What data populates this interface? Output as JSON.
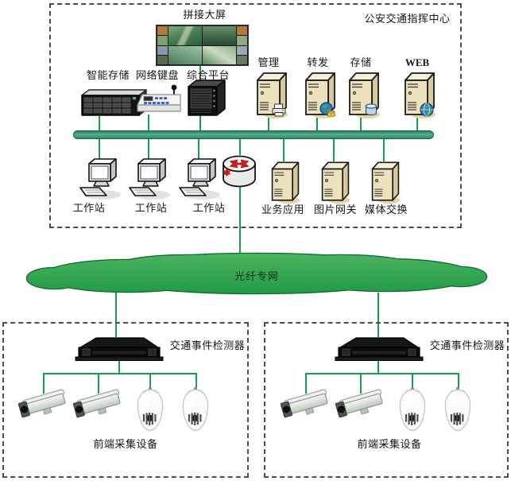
{
  "diagram": {
    "command_center": {
      "title": "公安交通指挥中心",
      "video_wall_label": "拼接大屏",
      "platform_devices": [
        {
          "name": "storage-array",
          "label": "智能存储"
        },
        {
          "name": "network-keyboard",
          "label": "网络键盘"
        },
        {
          "name": "integrated-platform",
          "label": "综合平台"
        }
      ],
      "servers": [
        {
          "name": "management-server",
          "label": "管理"
        },
        {
          "name": "forwarding-server",
          "label": "转发"
        },
        {
          "name": "storage-server",
          "label": "存储"
        },
        {
          "name": "web-server",
          "label": "WEB"
        }
      ],
      "workstations": [
        {
          "label": "工作站"
        },
        {
          "label": "工作站"
        },
        {
          "label": "工作站"
        }
      ],
      "app_servers": [
        {
          "name": "business-application",
          "label": "业务应用"
        },
        {
          "name": "image-gateway",
          "label": "图片网关"
        },
        {
          "name": "media-exchange",
          "label": "媒体交换"
        }
      ]
    },
    "network": {
      "cloud_label": "光纤专网"
    },
    "field_sites": [
      {
        "detector_label": "交通事件检测器",
        "cameras_label": "前端采集设备"
      },
      {
        "detector_label": "交通事件检测器",
        "cameras_label": "前端采集设备"
      }
    ],
    "colors": {
      "connector_green": "#18a04f",
      "bus_fill": "#42997d",
      "cloud_fill": "#2da24c",
      "cloud_border": "#0a6b2e"
    }
  }
}
